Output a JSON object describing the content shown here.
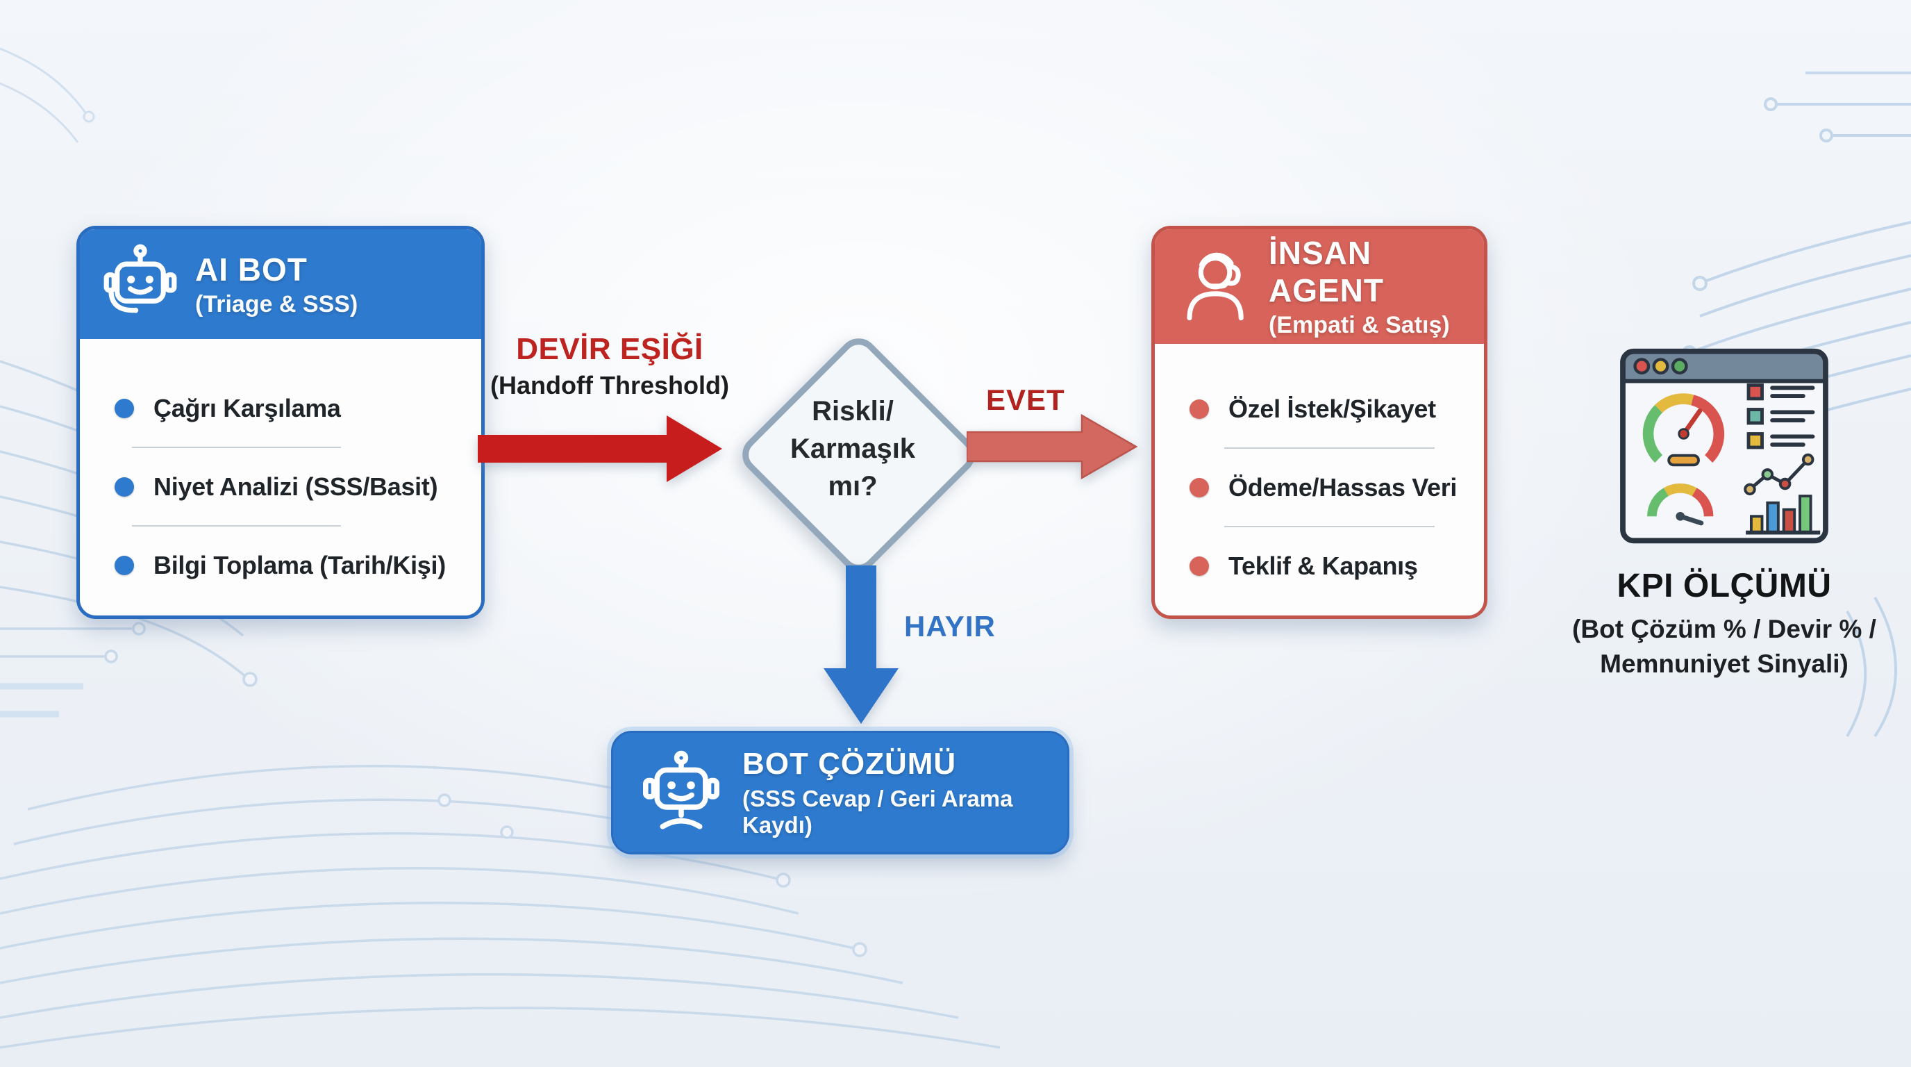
{
  "diagram": {
    "ai_bot_card": {
      "icon": "robot-icon",
      "title": "AI BOT",
      "subtitle": "(Triage & SSS)",
      "items": [
        "Çağrı Karşılama",
        "Niyet Analizi (SSS/Basit)",
        "Bilgi Toplama (Tarih/Kişi)"
      ]
    },
    "handoff_label": {
      "title": "DEVİR EŞİĞİ",
      "subtitle": "(Handoff Threshold)"
    },
    "decision": {
      "line1": "Riskli/",
      "line2": "Karmaşık",
      "line3": "mı?"
    },
    "branch_yes": "EVET",
    "branch_no": "HAYIR",
    "human_agent_card": {
      "icon": "headset-agent-icon",
      "title": "İNSAN AGENT",
      "subtitle": "(Empati & Satış)",
      "items": [
        "Özel İstek/Şikayet",
        "Ödeme/Hassas Veri",
        "Teklif & Kapanış"
      ]
    },
    "bot_resolution_card": {
      "icon": "robot-icon",
      "title": "BOT ÇÖZÜMÜ",
      "subtitle": "(SSS Cevap / Geri Arama Kaydı)"
    },
    "kpi_label": {
      "icon": "kpi-dashboard-icon",
      "title": "KPI ÖLÇÜMÜ",
      "subtitle_line1": "(Bot Çözüm % / Devir % /",
      "subtitle_line2": "Memnuniyet Sinyali)"
    },
    "colors": {
      "blue": "#2e7ace",
      "blue_border": "#2a6cc0",
      "red_soft": "#d7635a",
      "red_border": "#c2544c",
      "red_dark": "#c41d1d",
      "salmon_arrow": "#d2685f",
      "diamond_border": "#93a8bb",
      "background": "#eef2f7"
    }
  }
}
